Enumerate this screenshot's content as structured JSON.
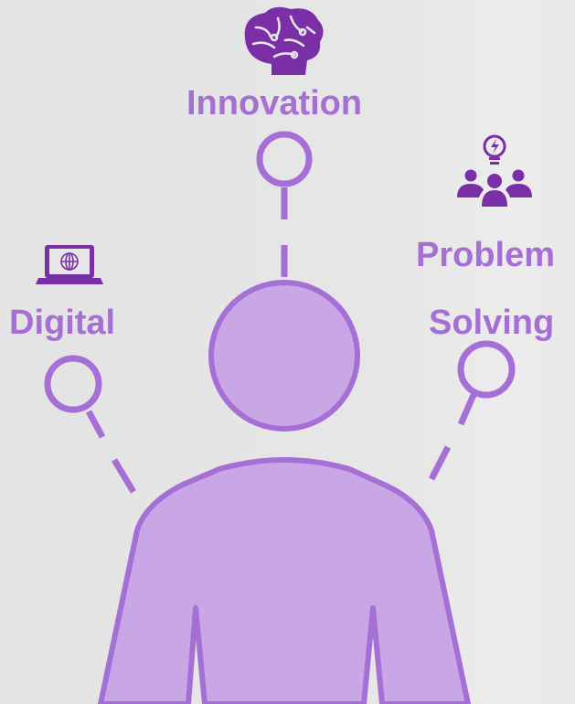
{
  "colors": {
    "background": "#e6e6e6",
    "accent": "#a56fd6",
    "person_fill": "#c9a6e6",
    "icon": "#7b2fa7"
  },
  "labels": {
    "innovation": "Innovation",
    "digital": "Digital",
    "problem_solving_line1": "Problem",
    "problem_solving_line2": "Solving"
  },
  "icons": {
    "innovation": "brain-icon",
    "digital": "laptop-globe-icon",
    "problem_solving": "team-lightbulb-icon"
  }
}
